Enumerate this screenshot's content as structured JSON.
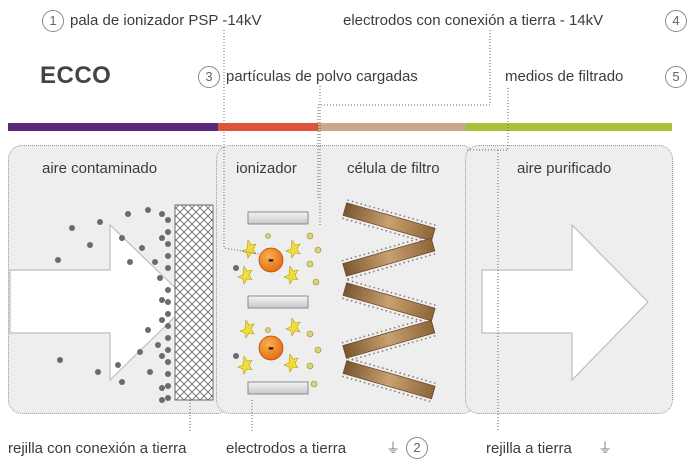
{
  "brand": "ECCO",
  "labels": {
    "ionizer_blade": "pala de ionizador PSP -14kV",
    "ground_electrodes": "electrodos con conexión a tierra - 14kV",
    "charged_particles": "partículas de polvo cargadas",
    "filter_media": "medios de filtrado",
    "ground_grid_left": "rejilla con conexión a tierra",
    "ground_electrodes_bottom": "electrodos a tierra",
    "ground_grid_right": "rejilla a tierra"
  },
  "numbers": {
    "n1": "1",
    "n2": "2",
    "n3": "3",
    "n4": "4",
    "n5": "5"
  },
  "sections": {
    "contaminated": "aire contaminado",
    "ionizer": "ionizador",
    "filter_cell": "célula de filtro",
    "purified": "aire purificado"
  },
  "symbols": {
    "negative": "-",
    "ground": "⏚"
  },
  "colors": {
    "bar_purple": "#5b2a7a",
    "bar_red": "#e0553a",
    "bar_tan": "#c9a98a",
    "bar_green": "#a9c03a",
    "electron_orange": "#f07e1c",
    "spark_yellow": "#f2dd3a",
    "pleat_brown": "#a0784a"
  }
}
